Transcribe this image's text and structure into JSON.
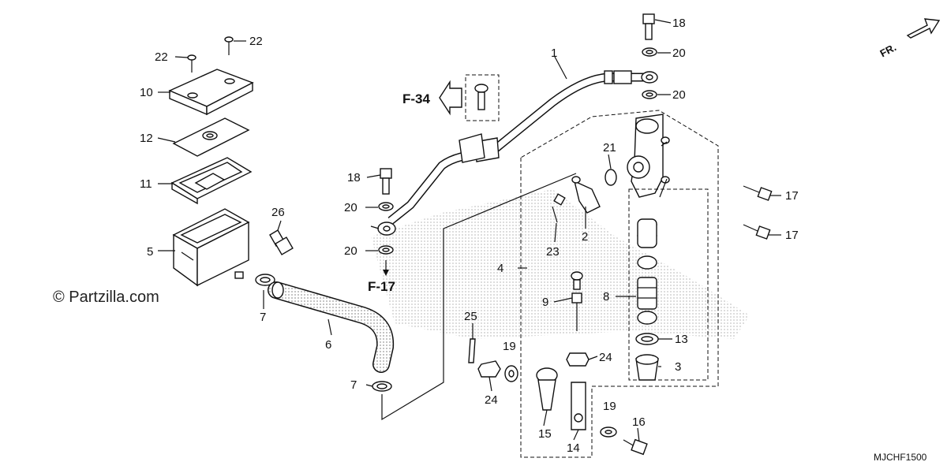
{
  "copyright": "© Partzilla.com",
  "diagram_code": "MJCHF1500",
  "fr_label": "FR.",
  "ref_labels": {
    "f34": "F-34",
    "f17": "F-17"
  },
  "callouts": [
    {
      "id": "c1",
      "label": "1"
    },
    {
      "id": "c2",
      "label": "2"
    },
    {
      "id": "c3",
      "label": "3"
    },
    {
      "id": "c4",
      "label": "4"
    },
    {
      "id": "c5",
      "label": "5"
    },
    {
      "id": "c6",
      "label": "6"
    },
    {
      "id": "c7a",
      "label": "7"
    },
    {
      "id": "c7b",
      "label": "7"
    },
    {
      "id": "c8",
      "label": "8"
    },
    {
      "id": "c9",
      "label": "9"
    },
    {
      "id": "c10",
      "label": "10"
    },
    {
      "id": "c11",
      "label": "11"
    },
    {
      "id": "c12",
      "label": "12"
    },
    {
      "id": "c13",
      "label": "13"
    },
    {
      "id": "c14",
      "label": "14"
    },
    {
      "id": "c15",
      "label": "15"
    },
    {
      "id": "c16",
      "label": "16"
    },
    {
      "id": "c17a",
      "label": "17"
    },
    {
      "id": "c17b",
      "label": "17"
    },
    {
      "id": "c18a",
      "label": "18"
    },
    {
      "id": "c18b",
      "label": "18"
    },
    {
      "id": "c19a",
      "label": "19"
    },
    {
      "id": "c19b",
      "label": "19"
    },
    {
      "id": "c20a",
      "label": "20"
    },
    {
      "id": "c20b",
      "label": "20"
    },
    {
      "id": "c20c",
      "label": "20"
    },
    {
      "id": "c20d",
      "label": "20"
    },
    {
      "id": "c21",
      "label": "21"
    },
    {
      "id": "c22a",
      "label": "22"
    },
    {
      "id": "c22b",
      "label": "22"
    },
    {
      "id": "c23",
      "label": "23"
    },
    {
      "id": "c24a",
      "label": "24"
    },
    {
      "id": "c24b",
      "label": "24"
    },
    {
      "id": "c25",
      "label": "25"
    },
    {
      "id": "c26",
      "label": "26"
    }
  ]
}
